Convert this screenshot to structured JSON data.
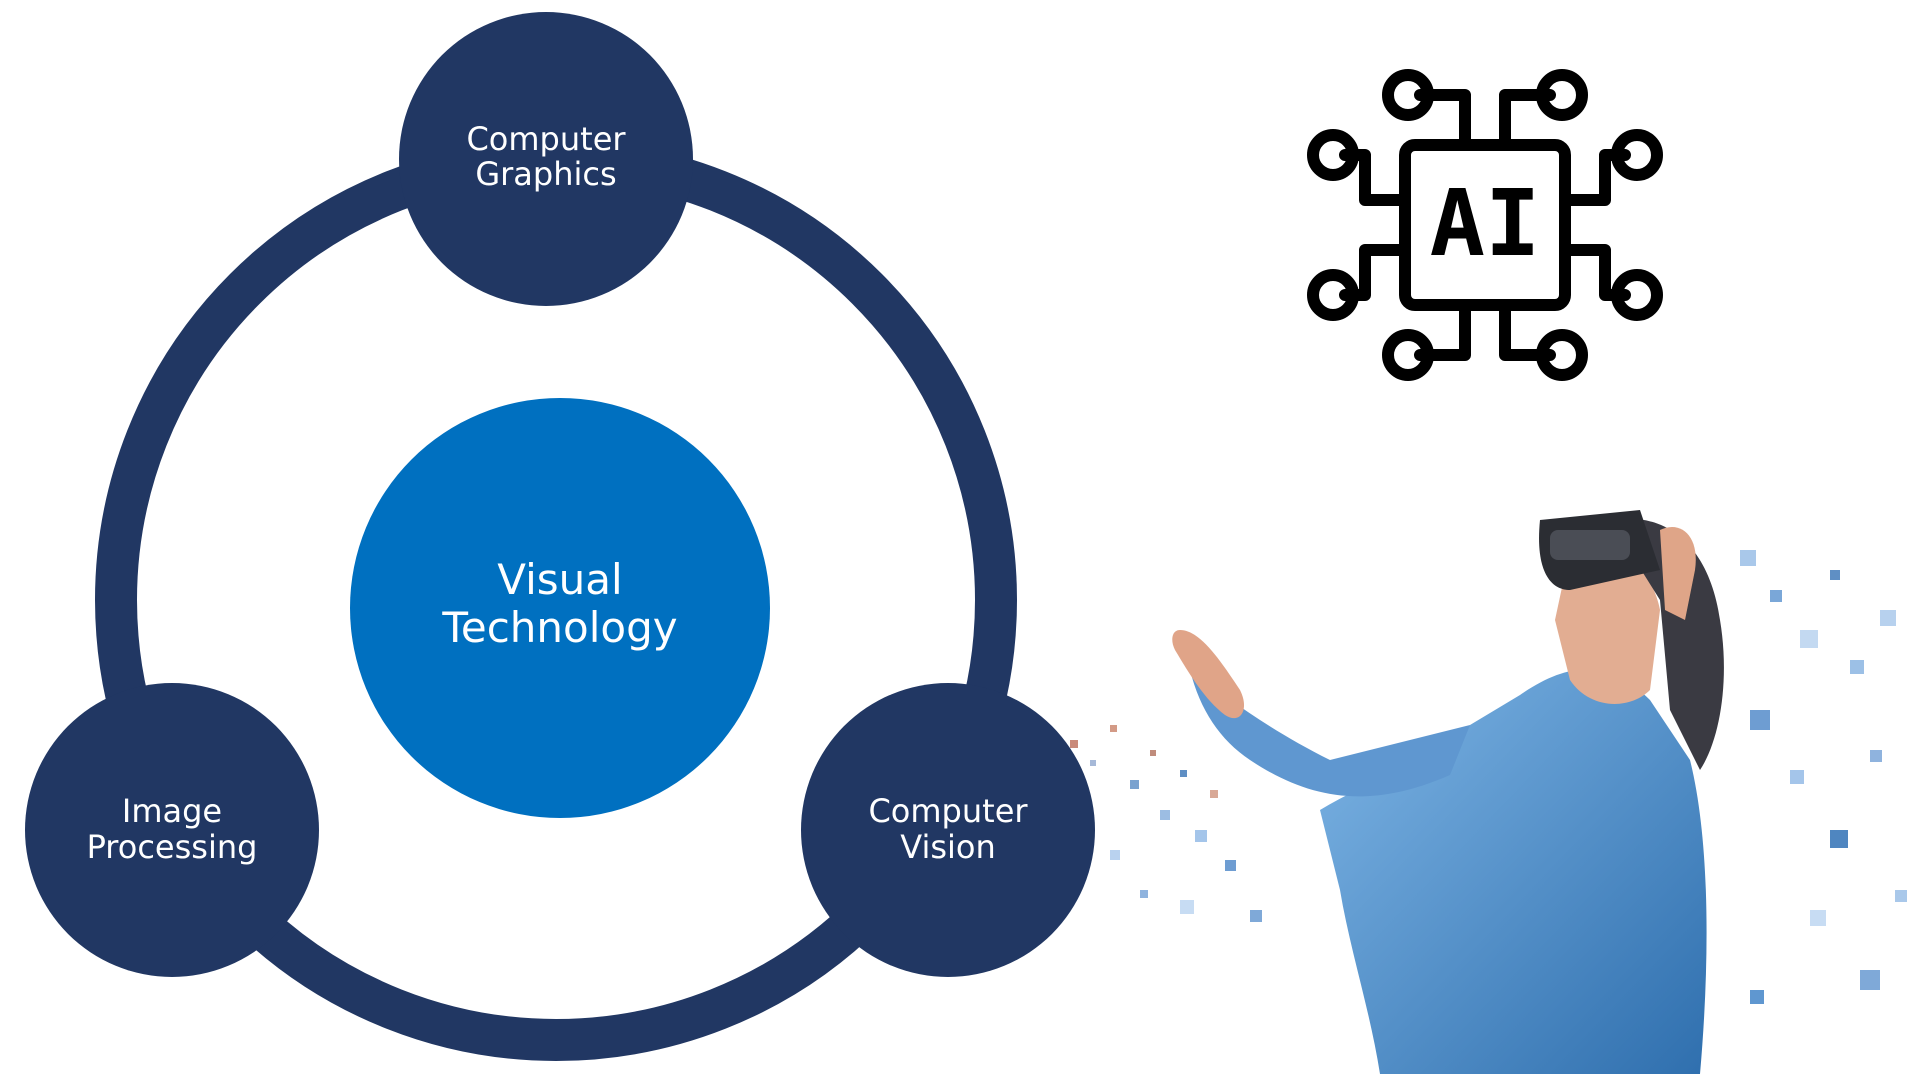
{
  "diagram": {
    "center": {
      "line1": "Visual",
      "line2": "Technology"
    },
    "nodes": {
      "top": {
        "line1": "Computer",
        "line2": "Graphics"
      },
      "left": {
        "line1": "Image",
        "line2": "Processing"
      },
      "right": {
        "line1": "Computer",
        "line2": "Vision"
      }
    }
  },
  "ai_icon": {
    "label": "AI",
    "icon": "ai-chip-icon"
  },
  "illustration": {
    "icon": "vr-headset-person-illustration"
  },
  "colors": {
    "ring": "#213763",
    "node": "#213763",
    "center": "#0070c0",
    "node_text": "#ffffff",
    "icon_stroke": "#000000",
    "figure_blue": "#4a90d0",
    "skin": "#e0a488"
  }
}
